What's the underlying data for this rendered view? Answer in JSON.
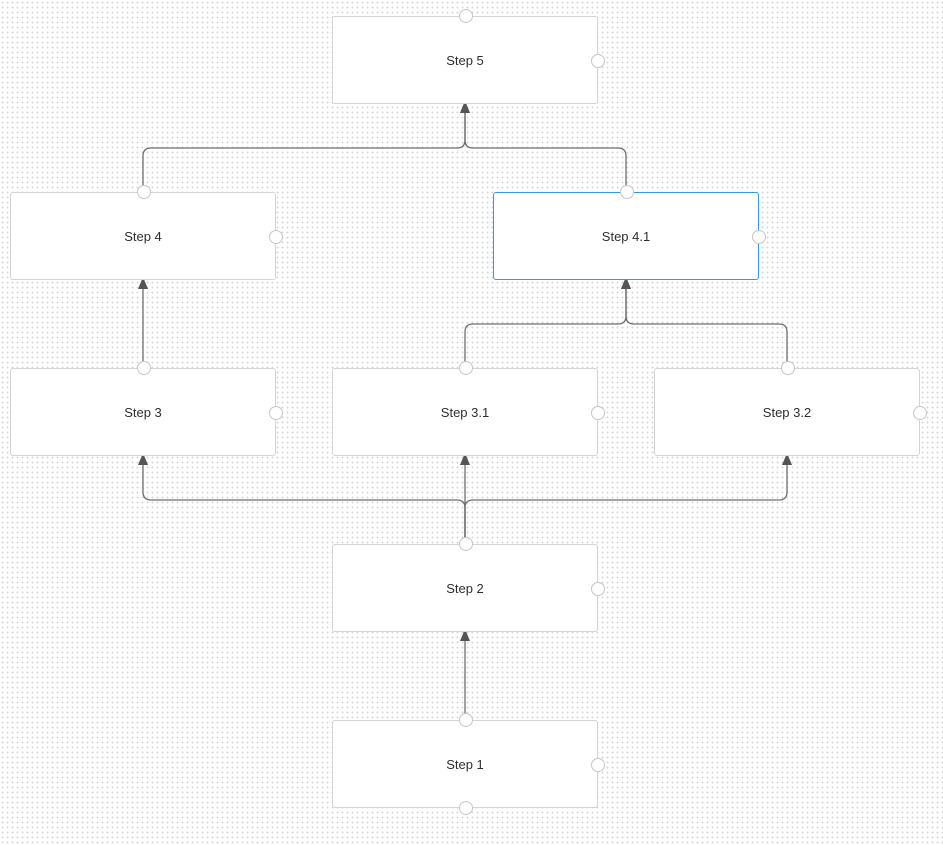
{
  "flow": {
    "selected_color": "#3b97e3",
    "nodes": [
      {
        "id": "step5",
        "label": "Step 5",
        "selected": false
      },
      {
        "id": "step4",
        "label": "Step 4",
        "selected": false
      },
      {
        "id": "step4_1",
        "label": "Step 4.1",
        "selected": true
      },
      {
        "id": "step3",
        "label": "Step 3",
        "selected": false
      },
      {
        "id": "step3_1",
        "label": "Step 3.1",
        "selected": false
      },
      {
        "id": "step3_2",
        "label": "Step 3.2",
        "selected": false
      },
      {
        "id": "step2",
        "label": "Step 2",
        "selected": false
      },
      {
        "id": "step1",
        "label": "Step 1",
        "selected": false
      }
    ],
    "edges": [
      {
        "from": "step1",
        "to": "step2"
      },
      {
        "from": "step2",
        "to": "step3"
      },
      {
        "from": "step2",
        "to": "step3_1"
      },
      {
        "from": "step2",
        "to": "step3_2"
      },
      {
        "from": "step3",
        "to": "step4"
      },
      {
        "from": "step3_1",
        "to": "step4_1"
      },
      {
        "from": "step3_2",
        "to": "step4_1"
      },
      {
        "from": "step4",
        "to": "step5"
      },
      {
        "from": "step4_1",
        "to": "step5"
      }
    ]
  }
}
